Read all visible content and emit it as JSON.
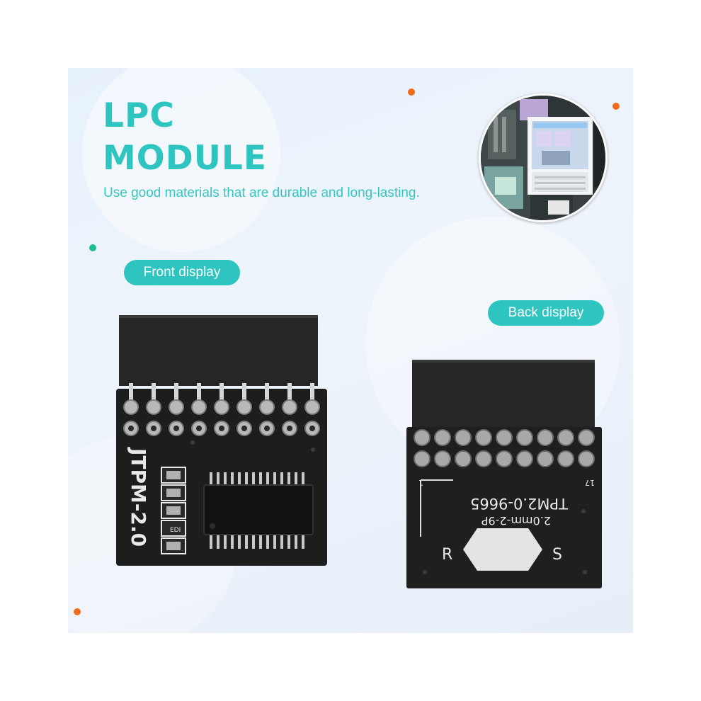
{
  "heading": {
    "line1": "LPC",
    "line2": "MODULE",
    "subtitle": "Use good materials that are durable and long-lasting."
  },
  "labels": {
    "front": "Front display",
    "back": "Back display"
  },
  "front_board": {
    "silkscreen": "JTPM-2.0",
    "chip_label": "EDI"
  },
  "back_board": {
    "model": "TPM2.0-9665",
    "pitch": "2.0mm-2-9P",
    "pin_first": "1",
    "pin_last": "17",
    "pad_left": "R",
    "pad_right": "S"
  },
  "colors": {
    "accent": "#2ec4c0",
    "dot_orange": "#f26b1d",
    "dot_green": "#1fbf8f",
    "pcb": "#1d1d1d"
  }
}
